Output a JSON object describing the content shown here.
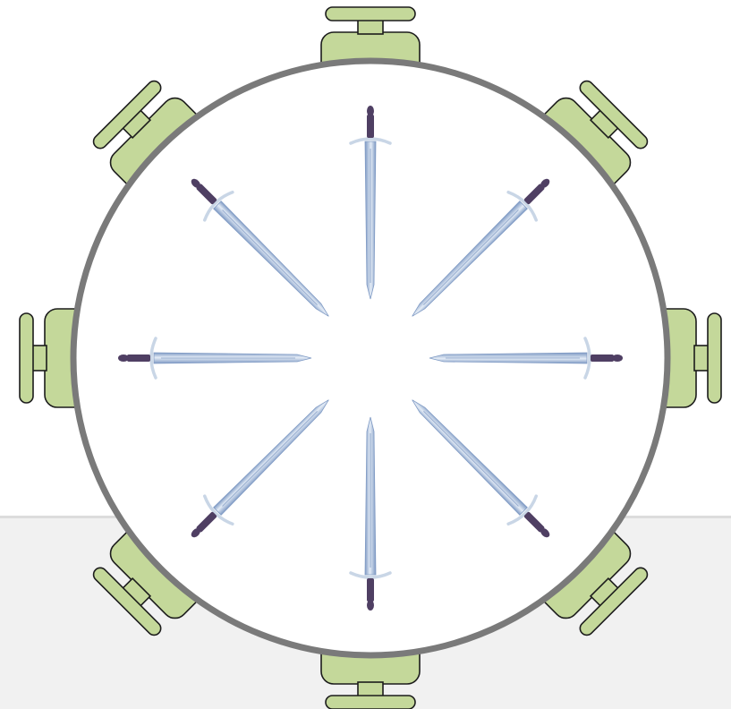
{
  "colors": {
    "background": "#ffffff",
    "floor": "#f1f1f1",
    "floor_edge": "#dcdcdc",
    "table_fill": "#ffffff",
    "table_rim": "#7a7a7a",
    "chair_fill": "#c4d89a",
    "chair_outline": "#1c1c1c",
    "blade_light": "#e4ecf6",
    "blade_dark": "#7f9ac4",
    "grip": "#4f3f63",
    "guard": "#c9d6e6"
  },
  "table": {
    "shape": "round"
  },
  "chairs": [
    {
      "name": "chair-north"
    },
    {
      "name": "chair-northeast"
    },
    {
      "name": "chair-east"
    },
    {
      "name": "chair-southeast"
    },
    {
      "name": "chair-south"
    },
    {
      "name": "chair-southwest"
    },
    {
      "name": "chair-west"
    },
    {
      "name": "chair-northwest"
    }
  ],
  "swords": [
    {
      "name": "sword-north"
    },
    {
      "name": "sword-northeast"
    },
    {
      "name": "sword-east"
    },
    {
      "name": "sword-southeast"
    },
    {
      "name": "sword-south"
    },
    {
      "name": "sword-southwest"
    },
    {
      "name": "sword-west"
    },
    {
      "name": "sword-northwest"
    }
  ]
}
